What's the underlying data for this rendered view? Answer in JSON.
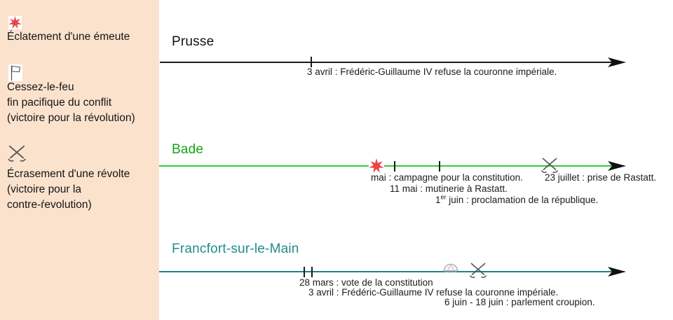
{
  "legend": {
    "items": [
      {
        "icon": "riot-star-icon",
        "lines": [
          "Éclatement d'une émeute"
        ]
      },
      {
        "icon": "white-flag-icon",
        "lines": [
          "Cessez-le-feu",
          "fin pacifique du conflit",
          "(victoire pour la révolution)"
        ]
      },
      {
        "icon": "crossed-swords-icon",
        "lines": [
          "Écrasement d'une révolte",
          "(victoire pour la",
          "contre-ŕevolution)"
        ]
      }
    ]
  },
  "timelines": [
    {
      "title": "Prusse",
      "events": [
        {
          "label": "3 avril : Frédéric-Guillaume IV refuse la couronne impériale."
        }
      ]
    },
    {
      "title": "Bade",
      "events": [
        {
          "label": "mai : campagne pour la constitution."
        },
        {
          "label": "11 mai : mutinerie à Rastatt."
        },
        {
          "label_parts": [
            "1",
            "er",
            " juin : proclamation de la république."
          ]
        },
        {
          "label": "23 juillet : prise de Rastatt."
        }
      ]
    },
    {
      "title": "Francfort-sur-le-Main",
      "events": [
        {
          "label": "28 mars : vote de la constitution"
        },
        {
          "label": "3 avril : Frédéric-Guillaume IV refuse la couronne impériale."
        },
        {
          "label": "6 juin - 18 juin : parlement croupion."
        }
      ]
    }
  ],
  "colors": {
    "legend_panel_bg": "#fbe2cd",
    "prusse_line": "#1a1a1a",
    "bade_line": "#33cc33",
    "bade_title": "#15a315",
    "francfort_line": "#1f7f8f",
    "francfort_title": "#238c8c",
    "riot_star_red": "#e84545",
    "swords_gray": "#555555",
    "arrowhead_black": "#111111"
  }
}
